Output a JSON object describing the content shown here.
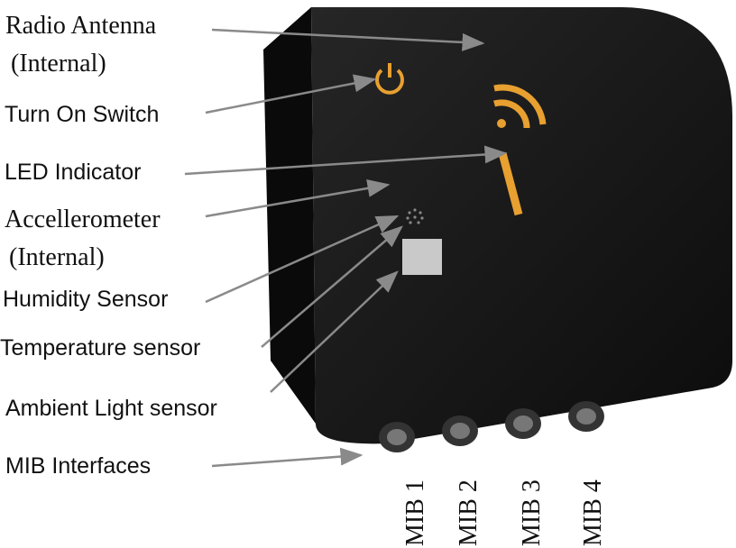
{
  "labels": {
    "radio_antenna": "Radio Antenna",
    "radio_antenna_note": "(Internal)",
    "turn_on_switch": "Turn On Switch",
    "led_indicator": "LED Indicator",
    "accelerometer": "Accellerometer",
    "accelerometer_note": "(Internal)",
    "humidity_sensor": "Humidity Sensor",
    "temperature_sensor": "Temperature sensor",
    "ambient_light_sensor": "Ambient Light sensor",
    "mib_interfaces": "MIB Interfaces"
  },
  "ports": [
    "MIB 1",
    "MIB 2",
    "MIB 3",
    "MIB 4"
  ],
  "colors": {
    "body": "#141414",
    "accent": "#e8a030",
    "arrow": "#8a8a8a"
  }
}
